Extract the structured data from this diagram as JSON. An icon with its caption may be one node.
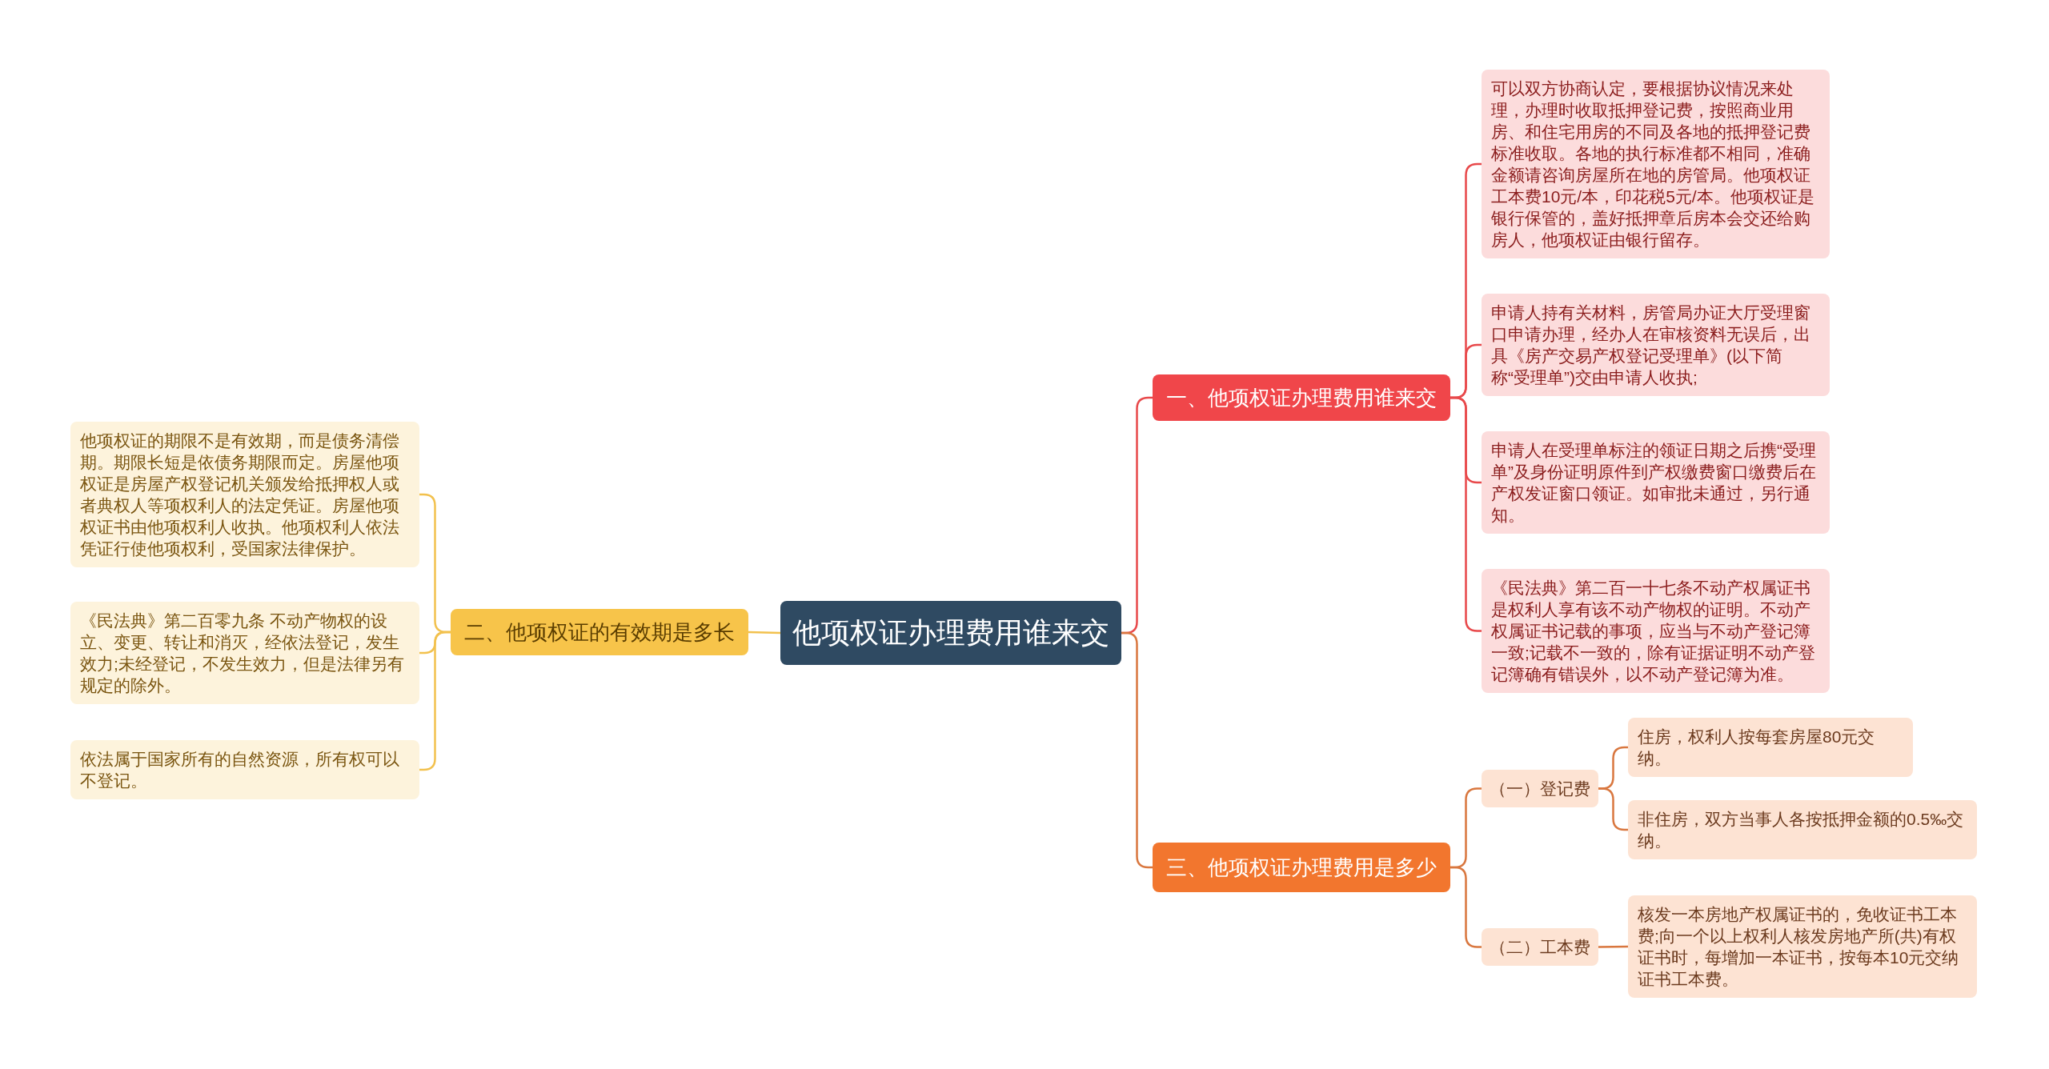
{
  "diagram": {
    "nodes": [
      {
        "text": [
          "他项权证办理费用谁来交"
        ]
      },
      {
        "text": [
          "一、他项权证办理费用谁来交"
        ]
      },
      {
        "text": [
          "可以双方协商认定，要根据协议情况来处理，办理时收取抵押登记费，按照商业用房、和住宅用房的不同及各地的抵押登记费标准收取。各地的执行标准都不相同，准确金额请咨询房屋所在地的房管局。他项权证工本费10元/本，印花税5元/本。他项权证是银行保管的，盖好抵押章后房本会交还给购房人，他项权证由银行留存。"
        ]
      },
      {
        "text": [
          "申请人持有关材料，房管局办证大厅受理窗口申请办理，经办人在审核资料无误后，出具《房产交易产权登记受理单》(以下简称“受理单”)交由申请人收执;"
        ]
      },
      {
        "text": [
          "申请人在受理单标注的领证日期之后携“受理单”及身份证明原件到产权缴费窗口缴费后在产权发证窗口领证。如审批未通过，另行通知。"
        ]
      },
      {
        "text": [
          "《民法典》第二百一十七条不动产权属证书是权利人享有该不动产物权的证明。不动产权属证书记载的事项，应当与不动产登记簿一致;记载不一致的，除有证据证明不动产登记簿确有错误外，以不动产登记簿为准。"
        ]
      },
      {
        "text": [
          "三、他项权证办理费用是多少"
        ]
      },
      {
        "text": [
          "（一）登记费"
        ]
      },
      {
        "text": [
          "住房，权利人按每套房屋80元交纳。"
        ]
      },
      {
        "text": [
          "非住房，双方当事人各按抵押金额的0.5‰交纳。"
        ]
      },
      {
        "text": [
          "（二）工本费"
        ]
      },
      {
        "text": [
          "核发一本房地产权属证书的，免收证书工本费;向一个以上权利人核发房地产所(共)有权证书时，每增加一本证书，按每本10元交纳证书工本费。"
        ]
      },
      {
        "text": [
          "二、他项权证的有效期是多长"
        ]
      },
      {
        "text": [
          "他项权证的期限不是有效期，而是债务清偿期。期限长短是依债务期限而定。房屋他项权证是房屋产权登记机关颁发给抵押权人或者典权人等项权利人的法定凭证。房屋他项权证书由他项权利人收执。他项权利人依法凭证行使他项权利，受国家法律保护。"
        ]
      },
      {
        "text": [
          "《民法典》第二百零九条 不动产物权的设立、变更、转让和消灭，经依法登记，发生效力;未经登记，不发生效力，但是法律另有规定的除外。"
        ]
      },
      {
        "text": [
          "依法属于国家所有的自然资源，所有权可以不登记。"
        ]
      }
    ],
    "edges": [
      {
        "from": 0,
        "to": 1,
        "arrow": "none",
        "color": "#e8494b"
      },
      {
        "from": 1,
        "to": 2,
        "arrow": "none",
        "color": "#e8494b"
      },
      {
        "from": 1,
        "to": 3,
        "arrow": "none",
        "color": "#e8494b"
      },
      {
        "from": 1,
        "to": 4,
        "arrow": "none",
        "color": "#e8494b"
      },
      {
        "from": 1,
        "to": 5,
        "arrow": "none",
        "color": "#e8494b"
      },
      {
        "from": 0,
        "to": 6,
        "arrow": "none"
      },
      {
        "from": 6,
        "to": 7,
        "arrow": "none"
      },
      {
        "from": 7,
        "to": 8,
        "arrow": "none"
      },
      {
        "from": 7,
        "to": 9,
        "arrow": "none"
      },
      {
        "from": 6,
        "to": 10,
        "arrow": "none"
      },
      {
        "from": 10,
        "to": 11,
        "arrow": "none"
      },
      {
        "from": 0,
        "to": 12,
        "arrow": "none",
        "color": "#f2c14e"
      },
      {
        "from": 12,
        "to": 13,
        "arrow": "none",
        "color": "#f2c14e"
      },
      {
        "from": 12,
        "to": 14,
        "arrow": "none",
        "color": "#f2c14e"
      },
      {
        "from": 12,
        "to": 15,
        "arrow": "none",
        "color": "#f2c14e"
      }
    ]
  }
}
